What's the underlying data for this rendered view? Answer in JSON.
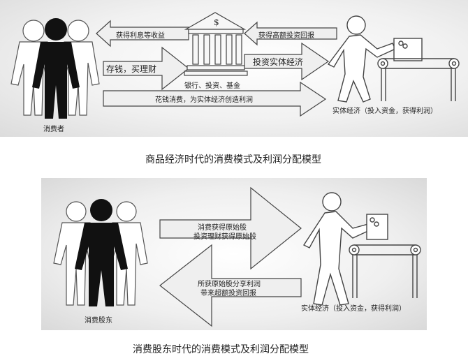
{
  "diagram1": {
    "caption": "商品经济时代的消费模式及利润分配模型",
    "consumer_label": "消费者",
    "bank_symbol": "$",
    "bank_label": "银行、投资、基金",
    "economy_label": "实体经济（投入资金，获得利润）",
    "arrow_interest": "获得利息等收益",
    "arrow_return": "获得高额投资回报",
    "arrow_deposit": "存钱，买理财",
    "arrow_invest": "投资实体经济",
    "arrow_spend": "花钱消费，为实体经济创造利润"
  },
  "diagram2": {
    "caption": "消费股东时代的消费模式及利润分配模型",
    "consumer_label": "消费股东",
    "economy_label": "实体经济（投入资金，获得利润）",
    "arrow_right_line1": "消费获得原始股",
    "arrow_right_line2": "投资理财获得原始股",
    "arrow_left_line1": "所获原始股分享利润",
    "arrow_left_line2": "带来超额投资回报"
  }
}
